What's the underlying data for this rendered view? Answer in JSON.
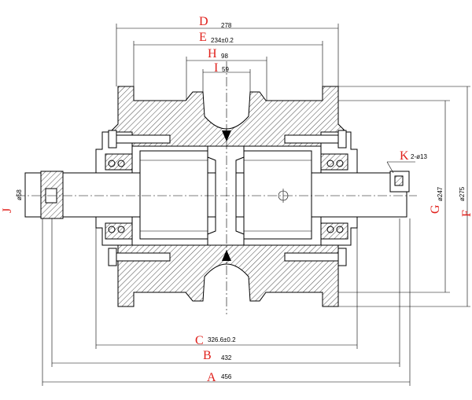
{
  "dimensions": [
    {
      "letter": "D",
      "value": "278"
    },
    {
      "letter": "E",
      "value": "234±0.2"
    },
    {
      "letter": "H",
      "value": "98"
    },
    {
      "letter": "I",
      "value": "59"
    },
    {
      "letter": "K",
      "value": "2-ø13"
    },
    {
      "letter": "J",
      "value": "ø58"
    },
    {
      "letter": "G",
      "value": "ø247"
    },
    {
      "letter": "F",
      "value": "ø275"
    },
    {
      "letter": "C",
      "value": "326.6±0.2"
    },
    {
      "letter": "B",
      "value": "432"
    },
    {
      "letter": "A",
      "value": "456"
    }
  ]
}
